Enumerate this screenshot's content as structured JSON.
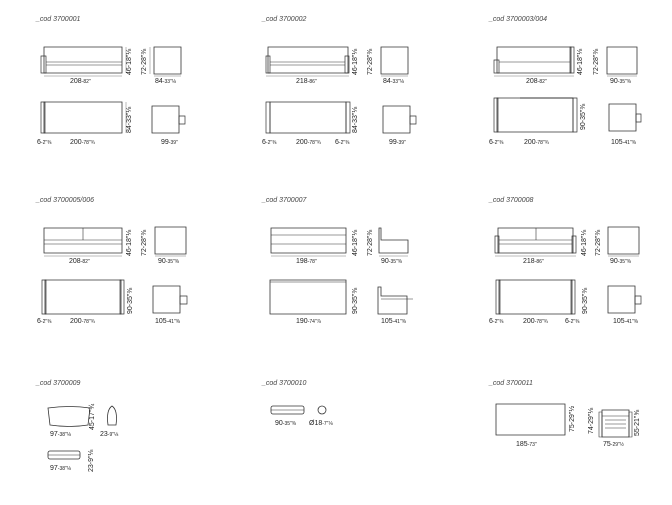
{
  "items": [
    {
      "code": "_cod 3700001",
      "front_w": "208",
      "front_w_in": "-82\"",
      "front_h": "46",
      "front_h_in": "-18\"⅛",
      "side_h": "72",
      "side_h_in": "-28\"⅜",
      "side_d": "84",
      "side_d_in": "-33\"⅛",
      "plan_l1": "6",
      "plan_l1_in": "-2\"⅜",
      "plan_w": "200",
      "plan_w_in": "-78\"¾",
      "plan_d": "84",
      "plan_d_in": "-33\"⅛",
      "open_d": "99",
      "open_d_in": "-39\""
    },
    {
      "code": "_cod 3700002",
      "front_w": "218",
      "front_w_in": "-86\"",
      "front_h": "46",
      "front_h_in": "-18\"⅛",
      "side_h": "72",
      "side_h_in": "-28\"⅜",
      "side_d": "84",
      "side_d_in": "-33\"⅛",
      "plan_l1": "6",
      "plan_l1_in": "-2\"⅜",
      "plan_w": "200",
      "plan_w_in": "-78\"¾",
      "plan_r1": "6",
      "plan_r1_in": "-2\"⅜",
      "plan_d": "84",
      "plan_d_in": "-33\"⅛",
      "open_d": "99",
      "open_d_in": "-39\""
    },
    {
      "code": "_cod 3700003/004",
      "front_w": "208",
      "front_w_in": "-82\"",
      "front_h": "46",
      "front_h_in": "-18\"⅛",
      "side_h": "72",
      "side_h_in": "-28\"⅜",
      "side_d": "90",
      "side_d_in": "-35\"⅜",
      "plan_l1": "6",
      "plan_l1_in": "-2\"⅜",
      "plan_w": "200",
      "plan_w_in": "-78\"¾",
      "plan_d": "90",
      "plan_d_in": "-35\"⅜",
      "open_d": "105",
      "open_d_in": "-41\"⅜"
    },
    {
      "code": "_cod 3700005/006",
      "front_w": "208",
      "front_w_in": "-82\"",
      "front_h": "46",
      "front_h_in": "-18\"⅛",
      "side_h": "72",
      "side_h_in": "-28\"⅜",
      "side_d": "90",
      "side_d_in": "-35\"⅜",
      "plan_l1": "6",
      "plan_l1_in": "-2\"⅜",
      "plan_w": "200",
      "plan_w_in": "-78\"¾",
      "plan_d": "90",
      "plan_d_in": "-35\"⅜",
      "open_d": "105",
      "open_d_in": "-41\"⅜"
    },
    {
      "code": "_cod 3700007",
      "front_w": "198",
      "front_w_in": "-78\"",
      "front_h": "46",
      "front_h_in": "-18\"⅛",
      "side_h": "72",
      "side_h_in": "-28\"⅜",
      "side_d": "90",
      "side_d_in": "-35\"⅜",
      "plan_w": "190",
      "plan_w_in": "-74\"⅞",
      "plan_d": "90",
      "plan_d_in": "-35\"⅜",
      "open_d": "105",
      "open_d_in": "-41\"⅜"
    },
    {
      "code": "_cod 3700008",
      "front_w": "218",
      "front_w_in": "-86\"",
      "front_h": "46",
      "front_h_in": "-18\"⅛",
      "side_h": "72",
      "side_h_in": "-28\"⅜",
      "side_d": "90",
      "side_d_in": "-35\"⅜",
      "plan_l1": "6",
      "plan_l1_in": "-2\"⅜",
      "plan_w": "200",
      "plan_w_in": "-78\"¾",
      "plan_r1": "6",
      "plan_r1_in": "-2\"⅜",
      "plan_d": "90",
      "plan_d_in": "-35\"⅜",
      "open_d": "105",
      "open_d_in": "-41\"⅜"
    }
  ],
  "acc": {
    "a9": {
      "code": "_cod 3700009",
      "w1": "97",
      "w1_in": "-38\"⅛",
      "h1": "45",
      "h1_in": "-17\"¾",
      "d1": "23",
      "d1_in": "-9\"⅛",
      "w2": "97",
      "w2_in": "-38\"⅛",
      "h2": "23",
      "h2_in": "-9\"⅛"
    },
    "a10": {
      "code": "_cod 3700010",
      "w": "90",
      "w_in": "-35\"⅜",
      "dia": "Ø18",
      "dia_in": "-7\"⅛"
    },
    "a11": {
      "code": "_cod 3700011",
      "w": "185",
      "w_in": "-73\"",
      "h": "75",
      "h_in": "-29\"½",
      "side_h": "74",
      "side_h_in": "-29\"⅛",
      "side_w": "75",
      "side_w_in": "-29\"½",
      "side_h2": "55",
      "side_h2_in": "-21\"⅝"
    }
  }
}
